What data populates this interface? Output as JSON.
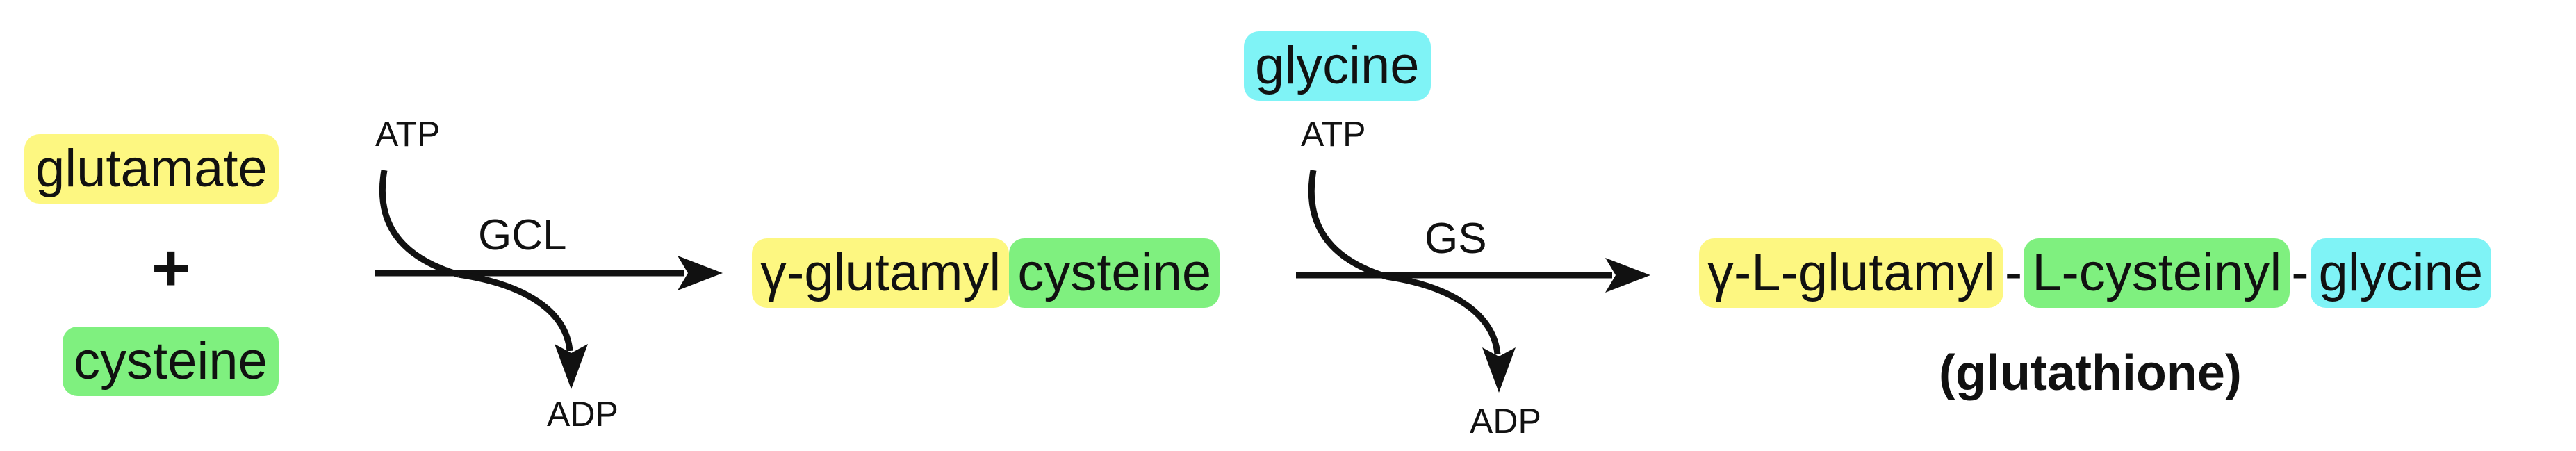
{
  "substrates": {
    "glutamate": "glutamate",
    "plus": "+",
    "cysteine": "cysteine"
  },
  "step1": {
    "cofactor_in": "ATP",
    "enzyme": "GCL",
    "cofactor_out": "ADP"
  },
  "intermediate": {
    "part1": "γ-glutamyl",
    "part2": "cysteine"
  },
  "step2": {
    "added_substrate": "glycine",
    "cofactor_in": "ATP",
    "enzyme": "GS",
    "cofactor_out": "ADP"
  },
  "product": {
    "part1": "γ-L-glutamyl",
    "sep1": "-",
    "part2": "L-cysteinyl",
    "sep2": "-",
    "part3": "glycine",
    "name": "(glutathione)"
  },
  "colors": {
    "glutamate_highlight": "#fdf781",
    "cysteine_highlight": "#7ff07f",
    "glycine_highlight": "#7ff3f6",
    "arrow": "#111111"
  }
}
